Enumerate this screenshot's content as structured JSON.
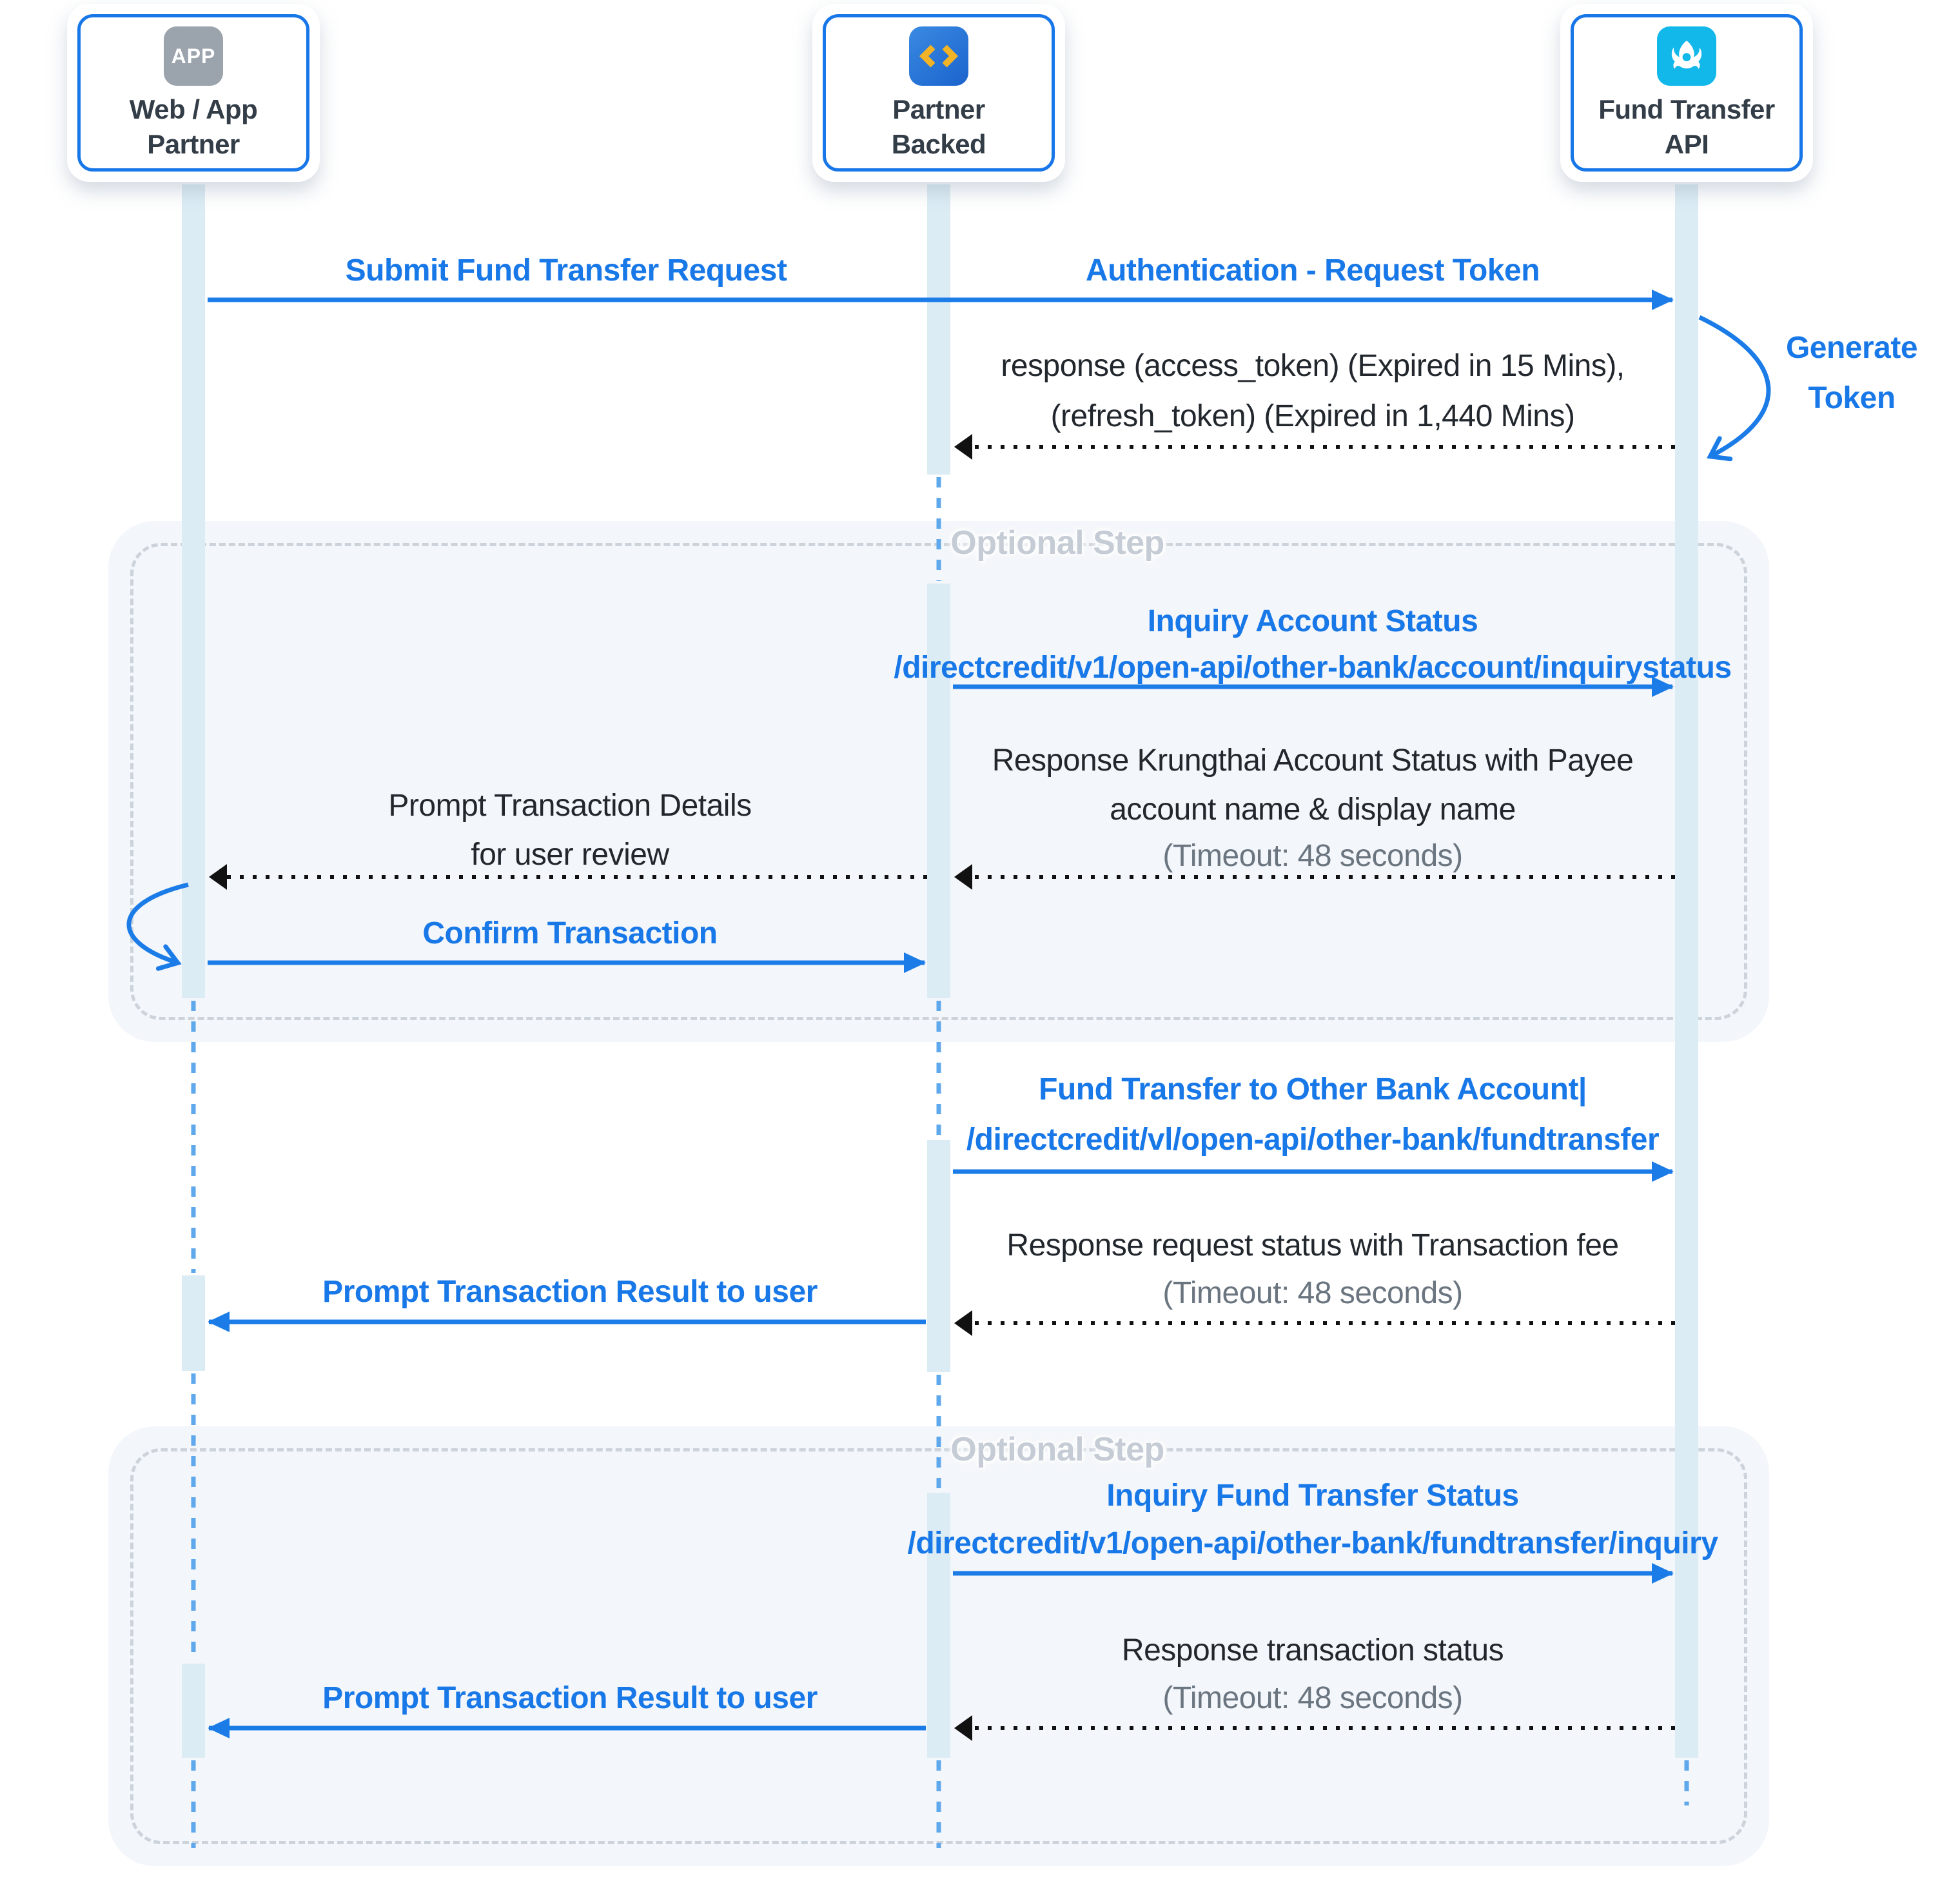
{
  "diagram": {
    "actors": [
      {
        "icon": "app-badge-icon",
        "icon_text": "APP",
        "line1": "Web / App",
        "line2": "Partner"
      },
      {
        "icon": "code-brackets-icon",
        "line1": "Partner",
        "line2": "Backed"
      },
      {
        "icon": "krungthai-bird-icon",
        "line1": "Fund Transfer",
        "line2": "API"
      }
    ],
    "optional_step_label": "Optional Step",
    "messages": {
      "submit_request": "Submit Fund Transfer Request",
      "auth_token": "Authentication - Request Token",
      "generate_1": "Generate",
      "generate_2": "Token",
      "auth_resp_1": "response (access_token) (Expired in 15 Mins),",
      "auth_resp_2": "(refresh_token) (Expired in 1,440 Mins)",
      "inq_acct_title": "Inquiry Account Status",
      "inq_acct_path": "/directcredit/v1/open-api/other-bank/account/inquirystatus",
      "inq_acct_resp_1": "Response Krungthai Account Status with Payee",
      "inq_acct_resp_2": "account name & display name",
      "timeout": "(Timeout: 48 seconds)",
      "prompt_details_1": "Prompt Transaction Details",
      "prompt_details_2": "for user review",
      "confirm": "Confirm Transaction",
      "ft_title": "Fund Transfer to Other Bank Account|",
      "ft_path": "/directcredit/vl/open-api/other-bank/fundtransfer",
      "ft_resp": "Response request status with Transaction fee",
      "prompt_result": "Prompt Transaction Result to user",
      "inq_ft_title": "Inquiry Fund Transfer Status",
      "inq_ft_path": "/directcredit/v1/open-api/other-bank/fundtransfer/inquiry",
      "ft_status_resp": "Response transaction status"
    },
    "colors": {
      "accent_blue": "#1878e8",
      "arrow_blue": "#1b7ce8",
      "activation_bar": "#dcecf4",
      "lifeline_blue": "#5fa8ec",
      "text_dark": "#21272d",
      "text_muted": "#6a7580",
      "optional_border": "#ccd3db",
      "optional_bg": "#f3f6fa",
      "app_icon_gray": "#9ba3ad",
      "code_icon_blue": "#2b7cd9",
      "chevron_yellow": "#f2b327",
      "krungthai_cyan": "#12b8ea",
      "return_dotted_black": "#111111"
    }
  }
}
